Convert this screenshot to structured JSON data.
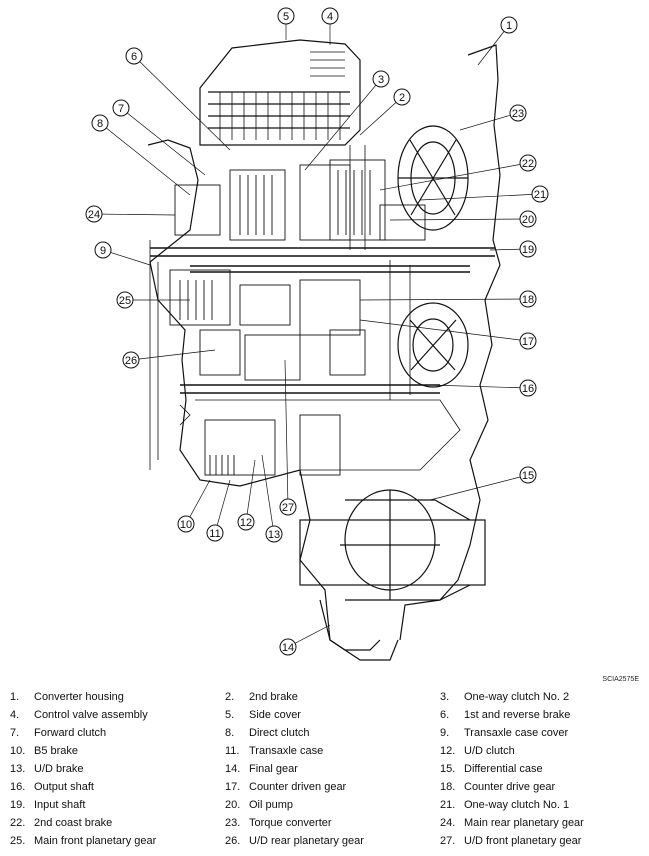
{
  "diagram": {
    "code": "SCIA2575E",
    "callouts": [
      "1",
      "2",
      "3",
      "4",
      "5",
      "6",
      "7",
      "8",
      "9",
      "10",
      "11",
      "12",
      "13",
      "14",
      "15",
      "16",
      "17",
      "18",
      "19",
      "20",
      "21",
      "22",
      "23",
      "24",
      "25",
      "26",
      "27"
    ]
  },
  "legend": [
    {
      "num": "1.",
      "text": "Converter housing"
    },
    {
      "num": "2.",
      "text": "2nd brake"
    },
    {
      "num": "3.",
      "text": "One-way clutch No. 2"
    },
    {
      "num": "4.",
      "text": "Control valve assembly"
    },
    {
      "num": "5.",
      "text": "Side cover"
    },
    {
      "num": "6.",
      "text": "1st and reverse brake"
    },
    {
      "num": "7.",
      "text": "Forward clutch"
    },
    {
      "num": "8.",
      "text": "Direct clutch"
    },
    {
      "num": "9.",
      "text": "Transaxle case cover"
    },
    {
      "num": "10.",
      "text": "B5 brake"
    },
    {
      "num": "11.",
      "text": "Transaxle case"
    },
    {
      "num": "12.",
      "text": "U/D clutch"
    },
    {
      "num": "13.",
      "text": "U/D brake"
    },
    {
      "num": "14.",
      "text": "Final gear"
    },
    {
      "num": "15.",
      "text": "Differential case"
    },
    {
      "num": "16.",
      "text": "Output shaft"
    },
    {
      "num": "17.",
      "text": "Counter driven gear"
    },
    {
      "num": "18.",
      "text": "Counter drive gear"
    },
    {
      "num": "19.",
      "text": "Input shaft"
    },
    {
      "num": "20.",
      "text": "Oil pump"
    },
    {
      "num": "21.",
      "text": "One-way clutch No. 1"
    },
    {
      "num": "22.",
      "text": "2nd coast brake"
    },
    {
      "num": "23.",
      "text": "Torque converter"
    },
    {
      "num": "24.",
      "text": "Main rear planetary gear"
    },
    {
      "num": "25.",
      "text": "Main front planetary gear"
    },
    {
      "num": "26.",
      "text": "U/D rear planetary gear"
    },
    {
      "num": "27.",
      "text": "U/D front planetary gear"
    }
  ]
}
